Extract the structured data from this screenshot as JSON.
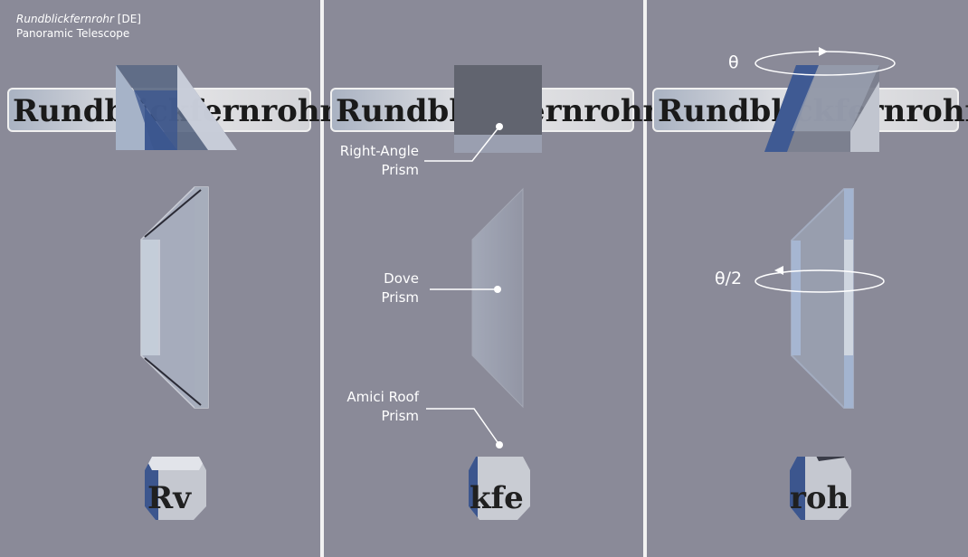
{
  "header": {
    "title_italic": "Rundblickfernrohr",
    "title_suffix": " [DE]",
    "subtitle": "Panoramic Telescope"
  },
  "banner_text": "Rundblickfernrohr",
  "eyepiece_fragments": [
    "Rv",
    "kfe",
    "roh"
  ],
  "labels": {
    "right_angle": [
      "Right-Angle",
      "Prism"
    ],
    "dove": [
      "Dove",
      "Prism"
    ],
    "amici": [
      "Amici Roof",
      "Prism"
    ]
  },
  "symbols": {
    "theta": "θ",
    "half_theta": "θ/2"
  },
  "colors": {
    "background": "#8a8a98",
    "divider": "#f2f2f2",
    "prism_light": "#c7cfdc",
    "prism_blue": "#3f5a93",
    "prism_dark": "#5f6274",
    "banner_bg": "#dedede",
    "text": "#ffffff"
  }
}
